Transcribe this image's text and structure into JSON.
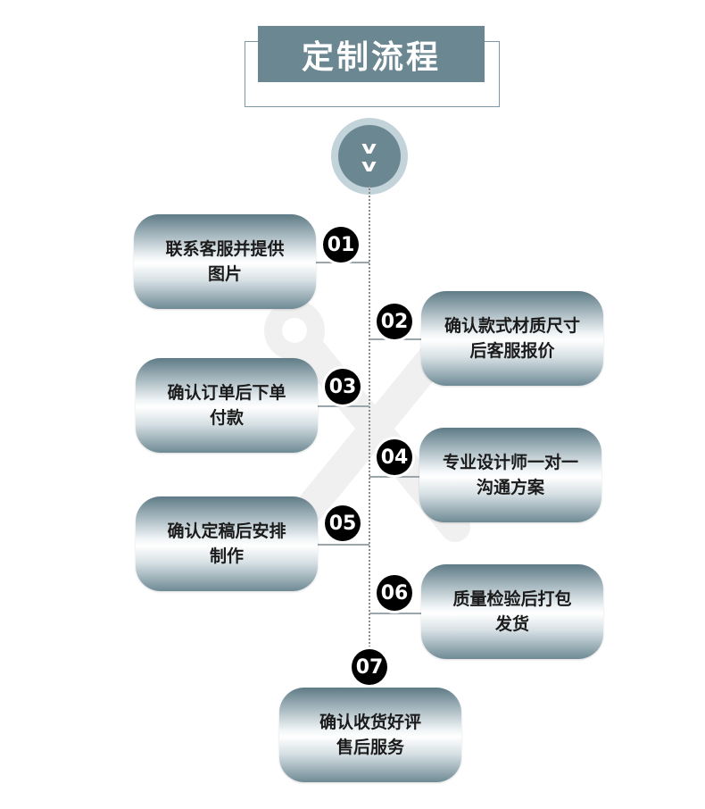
{
  "title": "定制流程",
  "chevron_icon": "double-chevron-down-icon",
  "colors": {
    "accent": "#6b8792",
    "accent_light": "#c3d3da",
    "badge": "#000000",
    "connector": "#9aa6ab"
  },
  "steps": [
    {
      "number": "01",
      "text": "联系客服并提供\n图片"
    },
    {
      "number": "02",
      "text": "确认款式材质尺寸\n后客服报价"
    },
    {
      "number": "03",
      "text": "确认订单后下单\n付款"
    },
    {
      "number": "04",
      "text": "专业设计师一对一\n沟通方案"
    },
    {
      "number": "05",
      "text": "确认定稿后安排\n制作"
    },
    {
      "number": "06",
      "text": "质量检验后打包\n发货"
    },
    {
      "number": "07",
      "text": "确认收货好评\n售后服务"
    }
  ]
}
